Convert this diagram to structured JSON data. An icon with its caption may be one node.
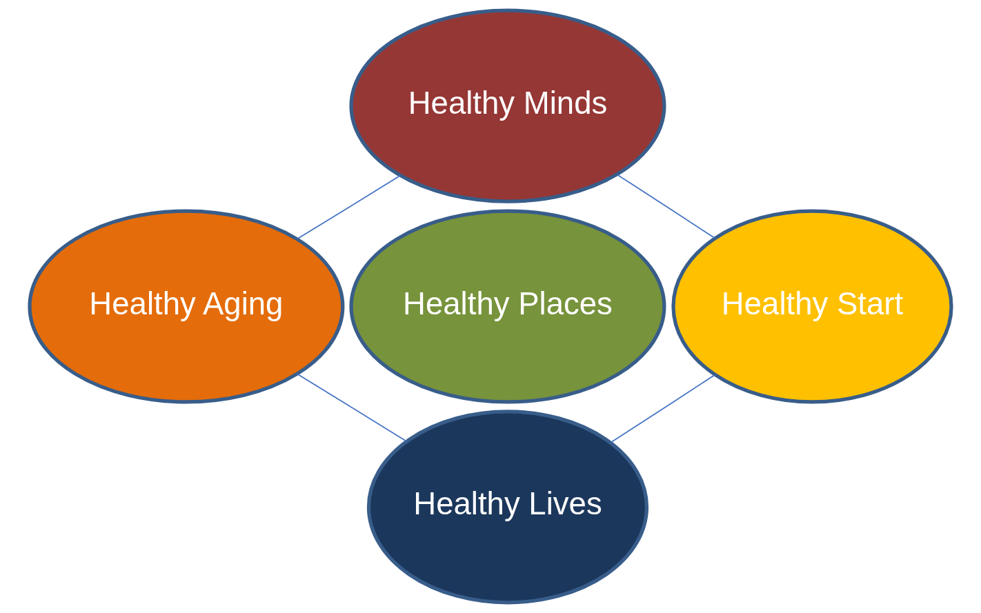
{
  "diagram": {
    "nodes": [
      {
        "text": [
          "Healthy Minds"
        ]
      },
      {
        "text": [
          "Healthy Aging"
        ]
      },
      {
        "text": [
          "Healthy Places"
        ]
      },
      {
        "text": [
          "Healthy Start"
        ]
      },
      {
        "text": [
          "Healthy Lives"
        ]
      }
    ],
    "edges": [
      {
        "from": 0,
        "to": 3,
        "arrow": "none"
      },
      {
        "from": 3,
        "to": 4,
        "arrow": "none"
      },
      {
        "from": 4,
        "to": 1,
        "arrow": "none"
      },
      {
        "from": 1,
        "to": 0,
        "arrow": "none"
      }
    ]
  }
}
